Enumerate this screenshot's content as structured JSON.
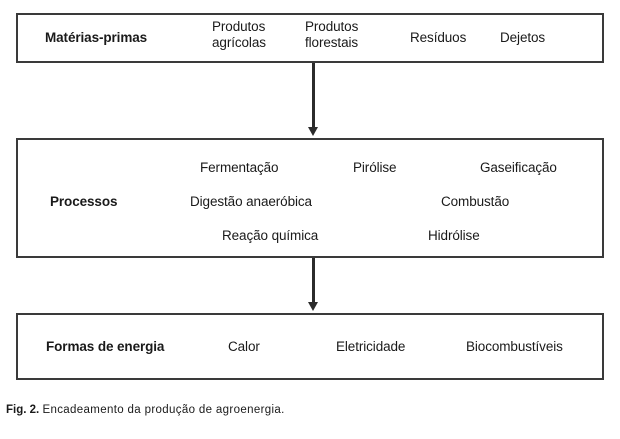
{
  "figure": {
    "caption_label": "Fig. 2.",
    "caption_text": "Encadeamento da produção de agroenergia.",
    "border_color": "#3a3a3a",
    "arrow_color": "#2b2b2b",
    "text_color": "#1a1a1a",
    "background_color": "#ffffff"
  },
  "stages": [
    {
      "label": "Matérias-primas",
      "items": [
        "Produtos agrícolas",
        "Produtos florestais",
        "Resíduos",
        "Dejetos"
      ]
    },
    {
      "label": "Processos",
      "items": [
        "Fermentação",
        "Pirólise",
        "Gaseificação",
        "Digestão anaeróbica",
        "Combustão",
        "Reação química",
        "Hidrólise"
      ]
    },
    {
      "label": "Formas de energia",
      "items": [
        "Calor",
        "Eletricidade",
        "Biocombustíveis"
      ]
    }
  ],
  "connectors": [
    {
      "name": "arrow-raw-to-processes"
    },
    {
      "name": "arrow-processes-to-energy"
    }
  ]
}
